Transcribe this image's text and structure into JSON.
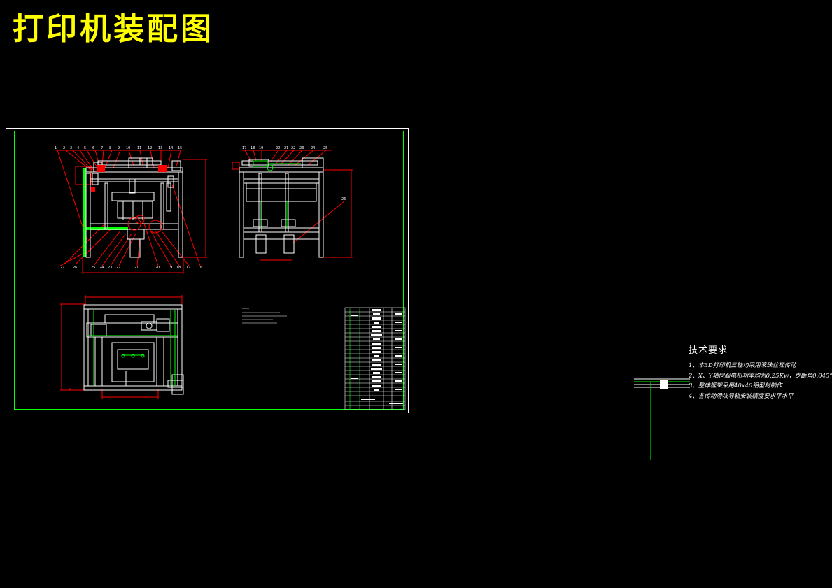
{
  "title": "打印机装配图",
  "technical_requirements": {
    "heading": "技术要求",
    "items": [
      "1、本3D打印机三轴均采用滚珠丝杠传动",
      "2、X、Y轴伺服电机功率均为0.25Kw，步距角0.045°",
      "3、整体框架采用40x40铝型材制作",
      "4、各传动滑块导轨安装精度要求平水平"
    ]
  },
  "colors": {
    "background": "#000000",
    "title": "#ffff00",
    "frame": "#ffffff",
    "border": "#00ff00",
    "dimension": "#ff0000",
    "part": "#ffffff",
    "accent": "#00ff00"
  }
}
